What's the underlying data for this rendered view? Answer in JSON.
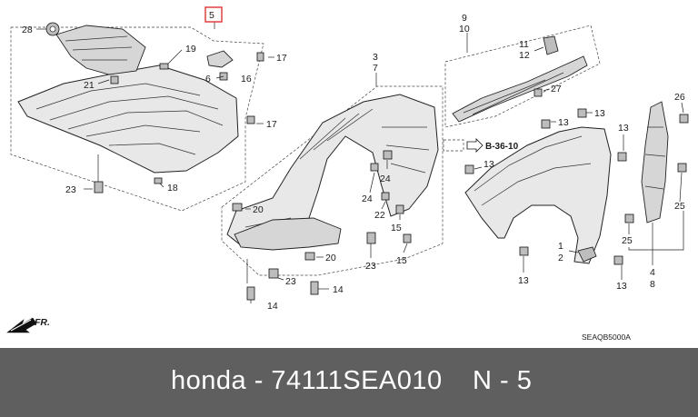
{
  "callouts": {
    "c1": "1",
    "c2": "2",
    "c3": "3",
    "c4": "4",
    "c5": "5",
    "c6": "6",
    "c7": "7",
    "c8": "8",
    "c9": "9",
    "c10": "10",
    "c11": "11",
    "c12": "12",
    "c13a": "13",
    "c13b": "13",
    "c13c": "13",
    "c13d": "13",
    "c13e": "13",
    "c13f": "13",
    "c14a": "14",
    "c14b": "14",
    "c15a": "15",
    "c15b": "15",
    "c16": "16",
    "c17a": "17",
    "c17b": "17",
    "c18": "18",
    "c19": "19",
    "c20a": "20",
    "c20b": "20",
    "c21": "21",
    "c22": "22",
    "c23a": "23",
    "c23b": "23",
    "c23c": "23",
    "c24a": "24",
    "c24b": "24",
    "c25a": "25",
    "c25b": "25",
    "c26": "26",
    "c27": "27",
    "c28": "28"
  },
  "reference": "B-36-10",
  "diagram_code": "SEAQB5000A",
  "direction_label": "FR.",
  "caption": {
    "part": "honda - 74111SEA010",
    "number": "N - 5"
  }
}
